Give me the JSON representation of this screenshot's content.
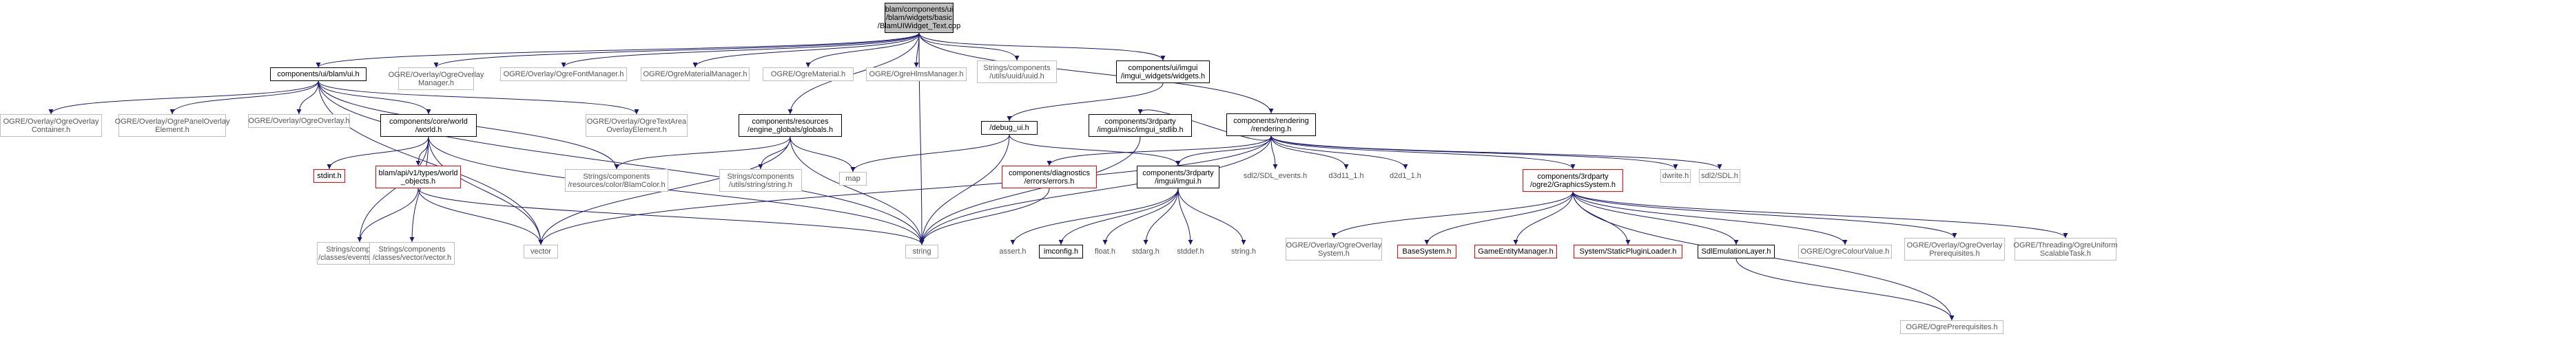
{
  "colors": {
    "edge": "#191970",
    "border_doc": "#000000",
    "border_external": "#bfbfbf",
    "border_missing": "#ff0000",
    "main_fill": "#bfbfbf"
  },
  "nodes": [
    {
      "id": "main",
      "kind": "main",
      "lines": [
        "blam/components/ui",
        "/blam/widgets/basic",
        "/BlamUIWidget_Text.cpp"
      ]
    },
    {
      "id": "ui_blam",
      "kind": "doc",
      "lines": [
        "components/ui/blam/ui.h"
      ]
    },
    {
      "id": "ogre_overlay_mgr",
      "kind": "external",
      "lines": [
        "OGRE/Overlay/OgreOverlay",
        "Manager.h"
      ]
    },
    {
      "id": "ogre_font_mgr",
      "kind": "external",
      "lines": [
        "OGRE/Overlay/OgreFontManager.h"
      ]
    },
    {
      "id": "ogre_material_mgr",
      "kind": "external",
      "lines": [
        "OGRE/OgreMaterialManager.h"
      ]
    },
    {
      "id": "ogre_material",
      "kind": "external",
      "lines": [
        "OGRE/OgreMaterial.h"
      ]
    },
    {
      "id": "ogre_hlms_mgr",
      "kind": "external",
      "lines": [
        "OGRE/OgreHlmsManager.h"
      ]
    },
    {
      "id": "uuid",
      "kind": "external",
      "lines": [
        "Strings/components",
        "/utils/uuid/uuid.h"
      ]
    },
    {
      "id": "imgui_widgets",
      "kind": "doc",
      "lines": [
        "components/ui/imgui",
        "/imgui_widgets/widgets.h"
      ]
    },
    {
      "id": "rendering",
      "kind": "doc",
      "lines": [
        "components/rendering",
        "/rendering.h"
      ]
    },
    {
      "id": "ogre_overlay_container",
      "kind": "external",
      "lines": [
        "OGRE/Overlay/OgreOverlay",
        "Container.h"
      ]
    },
    {
      "id": "ogre_panel_overlay",
      "kind": "external",
      "lines": [
        "OGRE/Overlay/OgrePanelOverlay",
        "Element.h"
      ]
    },
    {
      "id": "ogre_overlay",
      "kind": "external",
      "lines": [
        "OGRE/Overlay/OgreOverlay.h"
      ]
    },
    {
      "id": "world",
      "kind": "doc",
      "lines": [
        "components/core/world",
        "/world.h"
      ]
    },
    {
      "id": "ogre_textarea",
      "kind": "external",
      "lines": [
        "OGRE/Overlay/OgreTextArea",
        "OverlayElement.h"
      ]
    },
    {
      "id": "globals",
      "kind": "doc",
      "lines": [
        "components/resources",
        "/engine_globals/globals.h"
      ]
    },
    {
      "id": "debug_ui",
      "kind": "doc",
      "lines": [
        "/debug_ui.h"
      ]
    },
    {
      "id": "imgui_stdlib",
      "kind": "doc",
      "lines": [
        "components/3rdparty",
        "/imgui/misc/imgui_stdlib.h"
      ]
    },
    {
      "id": "stdint",
      "kind": "missing",
      "lines": [
        "stdint.h"
      ]
    },
    {
      "id": "world_objects",
      "kind": "missing",
      "lines": [
        "blam/api/v1/types/world",
        "_objects.h"
      ]
    },
    {
      "id": "blam_color",
      "kind": "external",
      "lines": [
        "Strings/components",
        "/resources/color/BlamColor.h"
      ]
    },
    {
      "id": "string_h",
      "kind": "external",
      "lines": [
        "Strings/components",
        "/utils/string/string.h"
      ]
    },
    {
      "id": "map",
      "kind": "external",
      "lines": [
        "map"
      ]
    },
    {
      "id": "diag_errors",
      "kind": "missing",
      "lines": [
        "components/diagnostics",
        "/errors/errors.h"
      ]
    },
    {
      "id": "imgui_h",
      "kind": "doc",
      "lines": [
        "components/3rdparty",
        "/imgui/imgui.h"
      ]
    },
    {
      "id": "sdl2_events",
      "kind": "plain",
      "lines": [
        "sdl2/SDL_events.h"
      ]
    },
    {
      "id": "d3d11_1",
      "kind": "plain",
      "lines": [
        "d3d11_1.h"
      ]
    },
    {
      "id": "d2d1_1",
      "kind": "plain",
      "lines": [
        "d2d1_1.h"
      ]
    },
    {
      "id": "graphics_system",
      "kind": "missing",
      "lines": [
        "components/3rdparty",
        "/ogre2/GraphicsSystem.h"
      ]
    },
    {
      "id": "dwrite",
      "kind": "external",
      "lines": [
        "dwrite.h"
      ]
    },
    {
      "id": "sdl2_sdl",
      "kind": "external",
      "lines": [
        "sdl2/SDL.h"
      ]
    },
    {
      "id": "events",
      "kind": "external",
      "lines": [
        "Strings/components",
        "/classes/events/events.h"
      ]
    },
    {
      "id": "vector_h",
      "kind": "external",
      "lines": [
        "Strings/components",
        "/classes/vector/vector.h"
      ]
    },
    {
      "id": "vector",
      "kind": "external",
      "lines": [
        "vector"
      ]
    },
    {
      "id": "string",
      "kind": "external",
      "lines": [
        "string"
      ]
    },
    {
      "id": "assert",
      "kind": "plain",
      "lines": [
        "assert.h"
      ]
    },
    {
      "id": "imconfig",
      "kind": "doc",
      "lines": [
        "imconfig.h"
      ]
    },
    {
      "id": "float",
      "kind": "plain",
      "lines": [
        "float.h"
      ]
    },
    {
      "id": "stdarg",
      "kind": "plain",
      "lines": [
        "stdarg.h"
      ]
    },
    {
      "id": "stddef",
      "kind": "plain",
      "lines": [
        "stddef.h"
      ]
    },
    {
      "id": "string_c",
      "kind": "plain",
      "lines": [
        "string.h"
      ]
    },
    {
      "id": "ogre_overlay_system",
      "kind": "external",
      "lines": [
        "OGRE/Overlay/OgreOverlay",
        "System.h"
      ]
    },
    {
      "id": "base_system",
      "kind": "missing",
      "lines": [
        "BaseSystem.h"
      ]
    },
    {
      "id": "game_entity_mgr",
      "kind": "missing",
      "lines": [
        "GameEntityManager.h"
      ]
    },
    {
      "id": "static_plugin_loader",
      "kind": "missing",
      "lines": [
        "System/StaticPluginLoader.h"
      ]
    },
    {
      "id": "sdl_emulation",
      "kind": "doc",
      "lines": [
        "SdlEmulationLayer.h"
      ]
    },
    {
      "id": "ogre_colour_value",
      "kind": "external",
      "lines": [
        "OGRE/OgreColourValue.h"
      ]
    },
    {
      "id": "ogre_overlay_prereq",
      "kind": "external",
      "lines": [
        "OGRE/Overlay/OgreOverlay",
        "Prerequisites.h"
      ]
    },
    {
      "id": "ogre_threading",
      "kind": "external",
      "lines": [
        "OGRE/Threading/OgreUniform",
        "ScalableTask.h"
      ]
    },
    {
      "id": "ogre_prereq",
      "kind": "external",
      "lines": [
        "OGRE/OgrePrerequisites.h"
      ]
    }
  ],
  "edges": [
    [
      "main",
      "ui_blam"
    ],
    [
      "main",
      "ogre_overlay_mgr"
    ],
    [
      "main",
      "ogre_font_mgr"
    ],
    [
      "main",
      "ogre_material_mgr"
    ],
    [
      "main",
      "ogre_material"
    ],
    [
      "main",
      "ogre_hlms_mgr"
    ],
    [
      "main",
      "uuid"
    ],
    [
      "main",
      "imgui_widgets"
    ],
    [
      "main",
      "rendering"
    ],
    [
      "main",
      "globals"
    ],
    [
      "main",
      "string"
    ],
    [
      "ui_blam",
      "ogre_overlay_container"
    ],
    [
      "ui_blam",
      "ogre_panel_overlay"
    ],
    [
      "ui_blam",
      "ogre_overlay"
    ],
    [
      "ui_blam",
      "world"
    ],
    [
      "ui_blam",
      "ogre_textarea"
    ],
    [
      "ui_blam",
      "blam_color"
    ],
    [
      "ui_blam",
      "vector"
    ],
    [
      "ui_blam",
      "string"
    ],
    [
      "imgui_widgets",
      "debug_ui"
    ],
    [
      "rendering",
      "imgui_stdlib"
    ],
    [
      "rendering",
      "diag_errors"
    ],
    [
      "rendering",
      "imgui_h"
    ],
    [
      "rendering",
      "sdl2_events"
    ],
    [
      "rendering",
      "d3d11_1"
    ],
    [
      "rendering",
      "d2d1_1"
    ],
    [
      "rendering",
      "graphics_system"
    ],
    [
      "rendering",
      "dwrite"
    ],
    [
      "rendering",
      "sdl2_sdl"
    ],
    [
      "rendering",
      "string"
    ],
    [
      "rendering",
      "vector"
    ],
    [
      "world",
      "stdint"
    ],
    [
      "world",
      "world_objects"
    ],
    [
      "world",
      "events"
    ],
    [
      "world",
      "vector_h"
    ],
    [
      "world",
      "vector"
    ],
    [
      "world",
      "string"
    ],
    [
      "world_objects",
      "events"
    ],
    [
      "world_objects",
      "vector"
    ],
    [
      "world_objects",
      "string"
    ],
    [
      "globals",
      "blam_color"
    ],
    [
      "globals",
      "string_h"
    ],
    [
      "globals",
      "map"
    ],
    [
      "globals",
      "string"
    ],
    [
      "globals",
      "vector"
    ],
    [
      "debug_ui",
      "map"
    ],
    [
      "debug_ui",
      "string"
    ],
    [
      "debug_ui",
      "imgui_h"
    ],
    [
      "imgui_stdlib",
      "string"
    ],
    [
      "diag_errors",
      "string"
    ],
    [
      "imgui_h",
      "assert"
    ],
    [
      "imgui_h",
      "imconfig"
    ],
    [
      "imgui_h",
      "float"
    ],
    [
      "imgui_h",
      "stdarg"
    ],
    [
      "imgui_h",
      "stddef"
    ],
    [
      "imgui_h",
      "string_c"
    ],
    [
      "graphics_system",
      "ogre_overlay_system"
    ],
    [
      "graphics_system",
      "base_system"
    ],
    [
      "graphics_system",
      "game_entity_mgr"
    ],
    [
      "graphics_system",
      "static_plugin_loader"
    ],
    [
      "graphics_system",
      "sdl_emulation"
    ],
    [
      "graphics_system",
      "ogre_colour_value"
    ],
    [
      "graphics_system",
      "ogre_overlay_prereq"
    ],
    [
      "graphics_system",
      "ogre_threading"
    ],
    [
      "graphics_system",
      "ogre_prereq"
    ],
    [
      "sdl_emulation",
      "ogre_prereq"
    ]
  ]
}
